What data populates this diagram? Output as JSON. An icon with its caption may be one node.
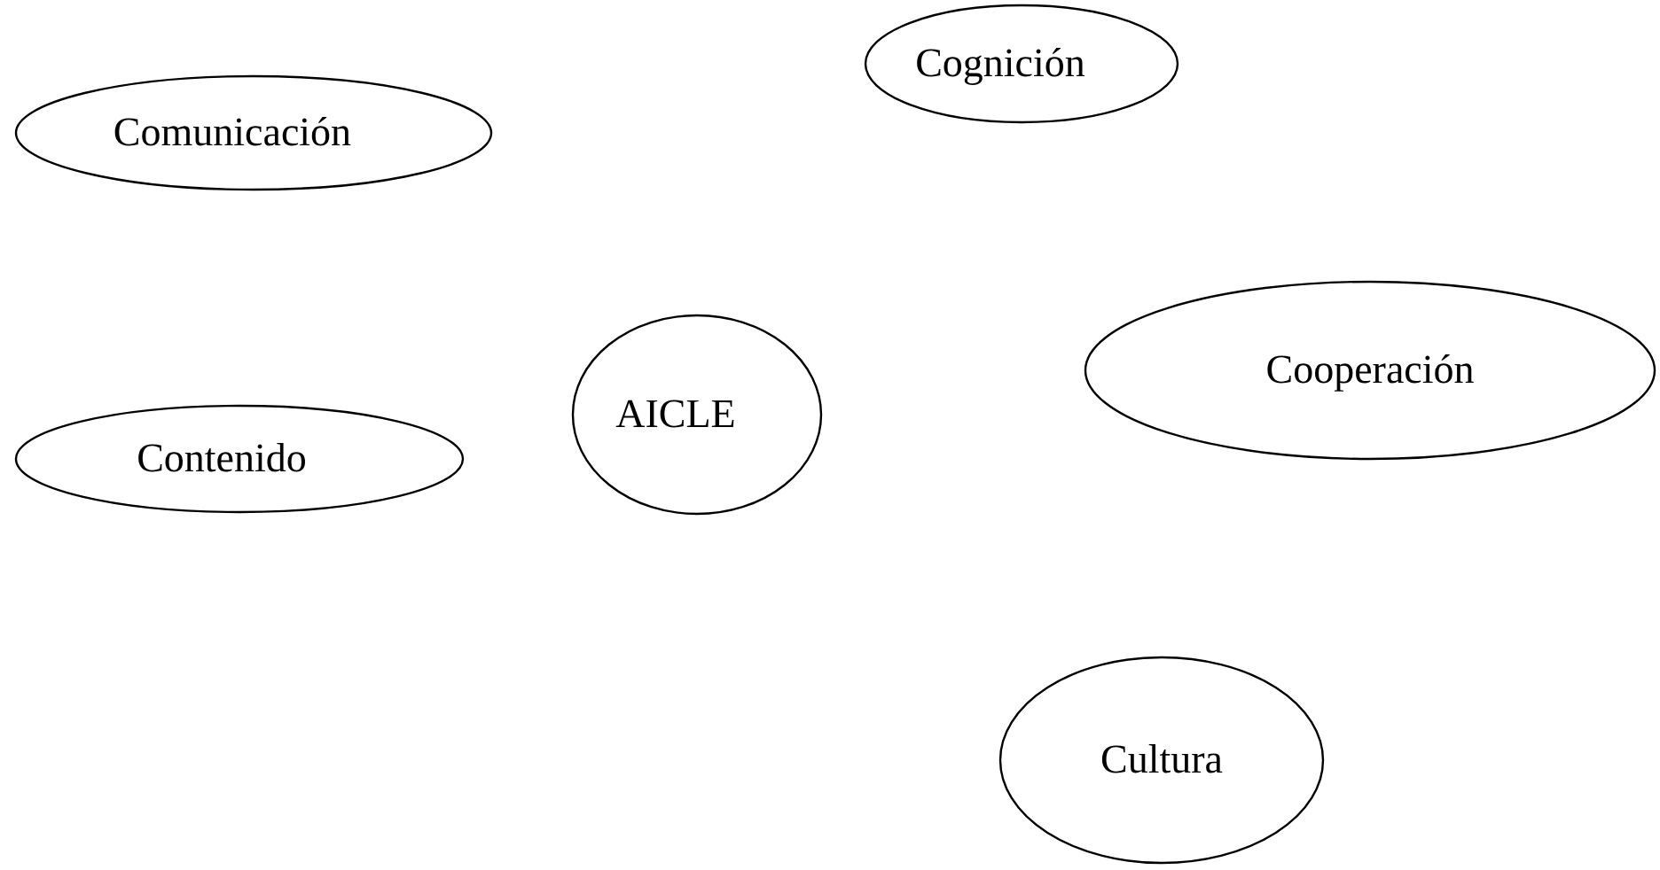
{
  "diagram": {
    "nodes": [
      {
        "text": [
          "Comunicación"
        ]
      },
      {
        "text": [
          "Cognición"
        ]
      },
      {
        "text": [
          "AICLE"
        ]
      },
      {
        "text": [
          "Cooperación"
        ]
      },
      {
        "text": [
          "Contenido"
        ]
      },
      {
        "text": [
          "Cultura"
        ]
      }
    ]
  }
}
